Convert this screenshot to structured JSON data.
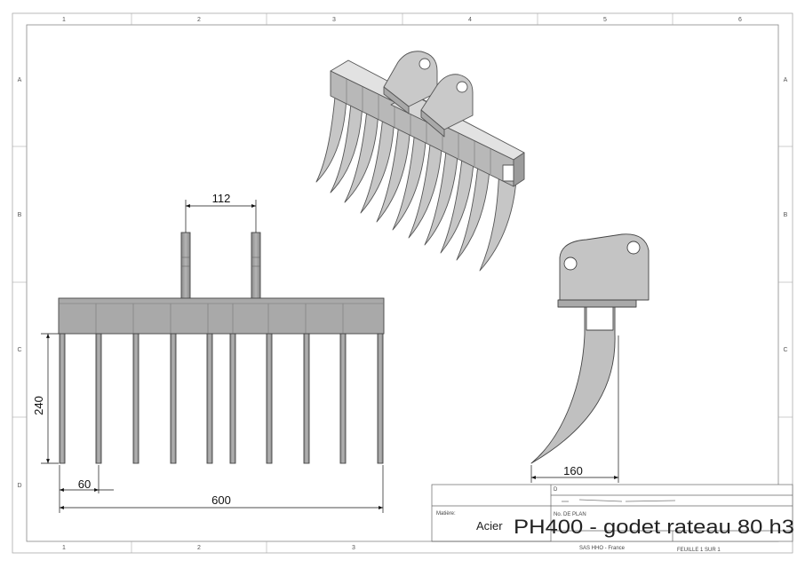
{
  "frame": {
    "columns": [
      "1",
      "2",
      "3",
      "4",
      "5",
      "6"
    ],
    "bottom_columns": [
      "1",
      "2",
      "3"
    ],
    "rows": [
      "A",
      "B",
      "C",
      "D"
    ]
  },
  "dimensions": {
    "lug_spacing": "112",
    "tine_length": "240",
    "tine_pitch": "60",
    "overall_width": "600",
    "side_width": "160"
  },
  "title_block": {
    "drawn_by": "D",
    "matiere_label": "Matière:",
    "material": "Acier",
    "designation": "PH400 - godet rateau 80 h3",
    "plan_label": "No. DE PLAN",
    "company": "SAS HHO - France",
    "sheet": "FEUILLE 1 SUR 1"
  }
}
